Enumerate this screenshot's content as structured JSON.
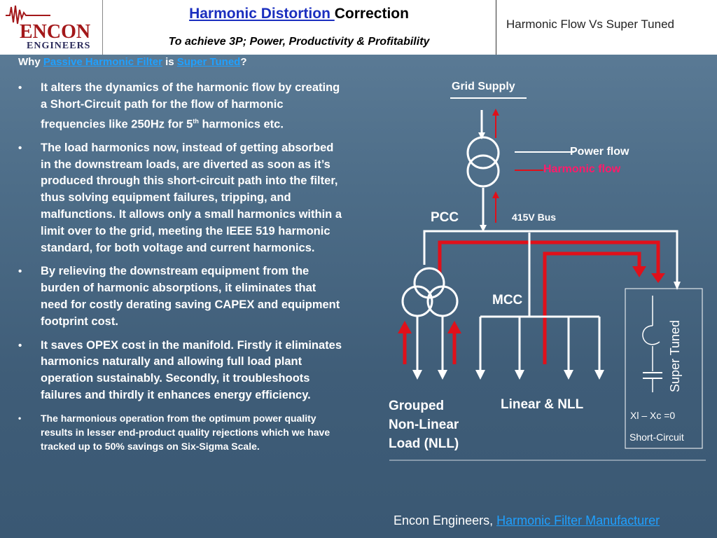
{
  "header": {
    "logo_top": "ENCON",
    "logo_bottom": "ENGINEERS",
    "title_link": "Harmonic Distortion ",
    "title_rest": "Correction",
    "subtitle": "To achieve 3P; Power, Productivity & Profitability",
    "right_title": "Harmonic Flow Vs Super Tuned"
  },
  "intro": {
    "prefix": "Why ",
    "link1": "Passive Harmonic Filter",
    "middle": " is ",
    "link2": "Super Tuned",
    "suffix": "?"
  },
  "bullets": [
    {
      "pre": "It alters the dynamics of the harmonic flow by creating a Short-Circuit path for the flow of harmonic frequencies like 250Hz for 5",
      "sup": "th",
      "post": " harmonics etc."
    },
    {
      "pre": "The load harmonics now, instead of getting absorbed in the downstream loads, are diverted as soon as it’s produced through this short-circuit path into the filter, thus solving equipment failures, tripping, and malfunctions. It allows only a small harmonics within a limit over to the grid, meeting the IEEE 519 harmonic standard, for both voltage and current harmonics.",
      "sup": "",
      "post": ""
    },
    {
      "pre": "By relieving the downstream equipment from the burden of harmonic absorptions, it eliminates that need for costly derating saving CAPEX and equipment footprint cost.",
      "sup": "",
      "post": ""
    },
    {
      "pre": "It saves OPEX cost in the manifold. Firstly it eliminates harmonics naturally and allowing full load plant operation sustainably. Secondly, it troubleshoots failures and thirdly it enhances energy efficiency.",
      "sup": "",
      "post": ""
    },
    {
      "pre": "The harmonious operation from the optimum power quality results in lesser end-product quality rejections which we have tracked up to 50% savings on Six-Sigma Scale.",
      "sup": "",
      "post": ""
    }
  ],
  "diagram": {
    "grid_supply": "Grid Supply",
    "power_flow": "Power flow",
    "harmonic_flow": "Harmonic flow",
    "pcc": "PCC",
    "bus": "415V Bus",
    "mcc": "MCC",
    "grouped": [
      "Grouped",
      "Non-Linear",
      "Load (NLL)"
    ],
    "linear": "Linear & NLL",
    "super_tuned": "Super Tuned",
    "xl_xc": "Xl – Xc =0",
    "short_circuit": "Short-Circuit",
    "colors": {
      "power": "#ffffff",
      "harmonic": "#e0101a",
      "harmonic_label": "#ff1a6a"
    }
  },
  "footer": {
    "company": "Encon Engineers, ",
    "link": "Harmonic Filter Manufacturer"
  }
}
